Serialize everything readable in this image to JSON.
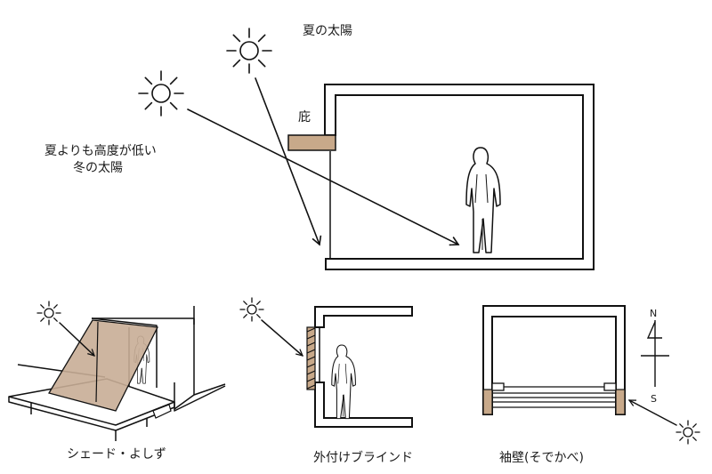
{
  "labels": {
    "summer_sun": "夏の太陽",
    "winter_sun_line1": "夏よりも高度が低い",
    "winter_sun_line2": "冬の太陽",
    "eave": "庇",
    "shade": "シェード・よしず",
    "blind": "外付けブラインド",
    "wing_wall": "袖壁(そでかべ)",
    "north": "N",
    "south": "S"
  },
  "colors": {
    "eave_fill": "#c8a98a",
    "shade_fill": "#c8ad96",
    "wall_accent": "#c8a98a",
    "line": "#111111"
  },
  "icons": [
    "sun-icon",
    "person-icon",
    "compass-icon",
    "arrow-icon"
  ]
}
